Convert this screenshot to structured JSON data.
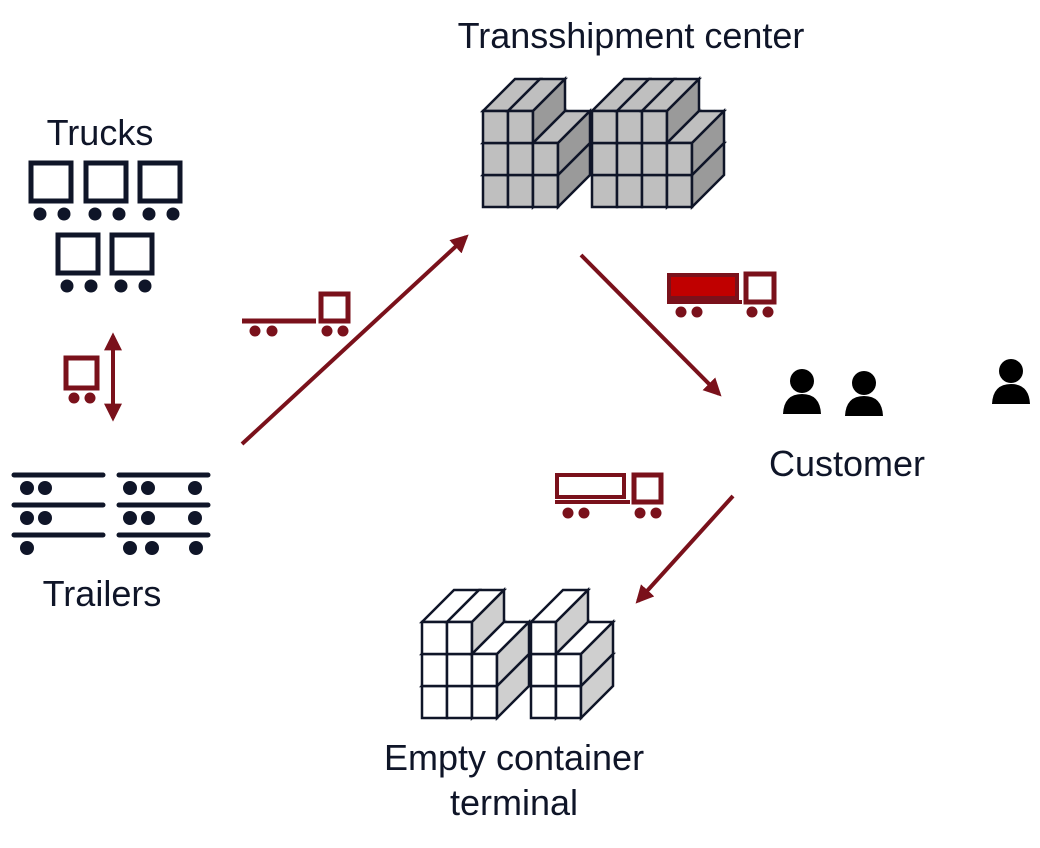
{
  "labels": {
    "transshipment_center": "Transshipment center",
    "trucks": "Trucks",
    "trailers": "Trailers",
    "customer": "Customer",
    "empty_terminal_line1": "Empty container",
    "empty_terminal_line2": "terminal"
  },
  "colors": {
    "dark": "#0f1528",
    "accent": "#7a111b",
    "loaded_container": "#c00000",
    "container_fill": "#bfbfbf",
    "container_shade": "#9a9a9a",
    "empty_fill": "#ffffff",
    "empty_shade": "#cfcfcf"
  },
  "icons": {
    "trucks_group": "truck-icon",
    "trailers_group": "trailer-icon",
    "transshipment": "container-stack-icon",
    "empty_terminal": "empty-container-stack-icon",
    "customers": "person-icon",
    "shuttle": "trailer-to-truck-icon",
    "loaded_truck": "loaded-truck-icon",
    "empty_truck": "empty-truck-icon"
  }
}
